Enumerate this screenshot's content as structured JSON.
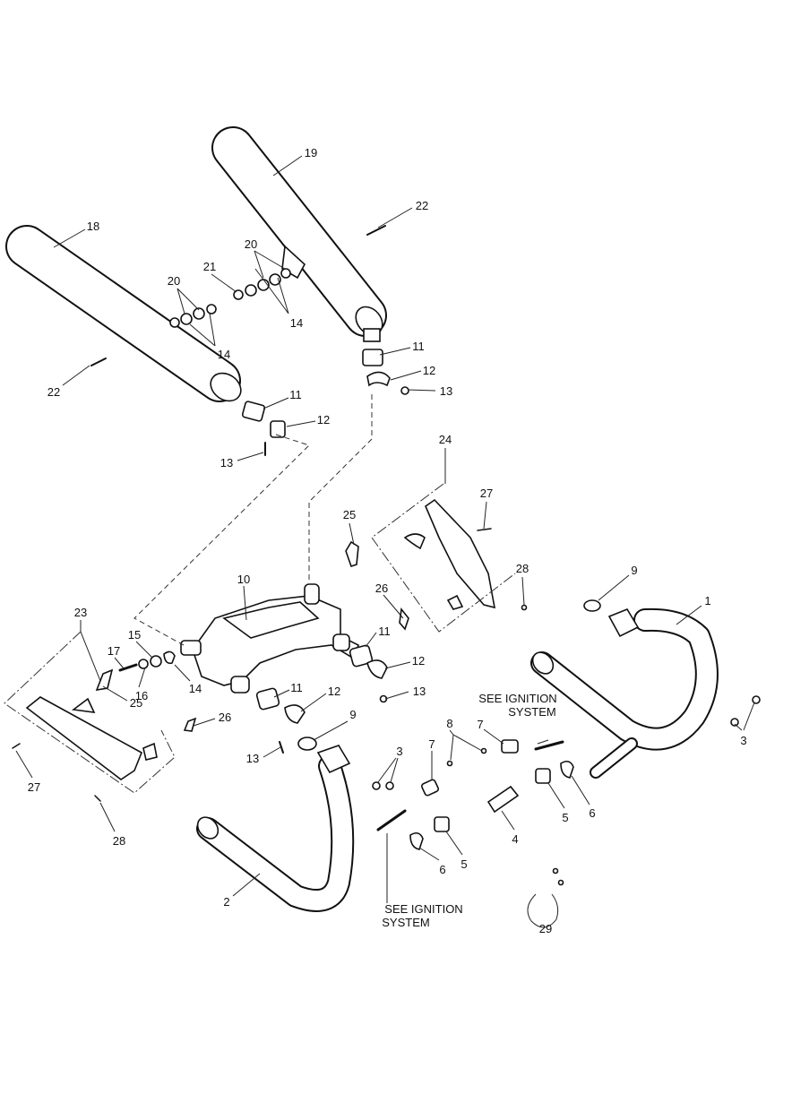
{
  "callouts": {
    "p1": "1",
    "p2": "2",
    "p3": "3",
    "p4": "4",
    "p5": "5",
    "p6": "6",
    "p7": "7",
    "p8": "8",
    "p9": "9",
    "p10": "10",
    "p11": "11",
    "p12": "12",
    "p13": "13",
    "p14": "14",
    "p15": "15",
    "p16": "16",
    "p17": "17",
    "p18": "18",
    "p19": "19",
    "p20": "20",
    "p21": "21",
    "p22": "22",
    "p23": "23",
    "p24": "24",
    "p25": "25",
    "p26": "26",
    "p27": "27",
    "p28": "28",
    "p29": "29"
  },
  "notes": {
    "see_ignition_line1": "SEE IGNITION",
    "see_ignition_line2": "SYSTEM"
  }
}
